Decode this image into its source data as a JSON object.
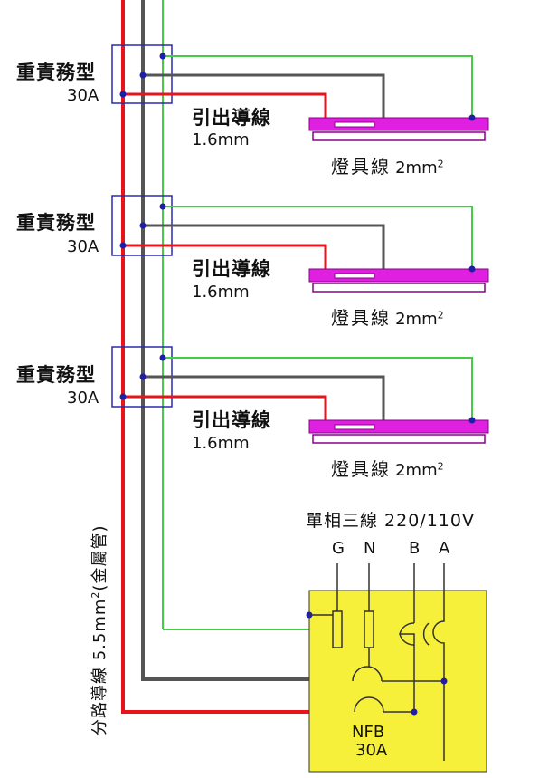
{
  "colors": {
    "live": "#e8141c",
    "neutral": "#555555",
    "ground": "#44cc44",
    "box_outline": "#2b2bb0",
    "fixture": "#e020e0",
    "panel": "#f7f03a",
    "node": "#1e1ea8"
  },
  "outlets": [
    {
      "switch_label": "重責務型",
      "switch_rating": "30A",
      "lead_label": "引出導線",
      "lead_size": "1.6mm",
      "fixture_label": "燈具線",
      "fixture_size": "2mm",
      "fixture_size_sup": "2"
    },
    {
      "switch_label": "重責務型",
      "switch_rating": "30A",
      "lead_label": "引出導線",
      "lead_size": "1.6mm",
      "fixture_label": "燈具線",
      "fixture_size": "2mm",
      "fixture_size_sup": "2"
    },
    {
      "switch_label": "重責務型",
      "switch_rating": "30A",
      "lead_label": "引出導線",
      "lead_size": "1.6mm",
      "fixture_label": "燈具線",
      "fixture_size": "2mm",
      "fixture_size_sup": "2"
    }
  ],
  "branch_wire": {
    "prefix": "分路導線 5.5mm",
    "sup": "2",
    "suffix": "(金屬管)"
  },
  "supply": {
    "title": "單相三線 220/110V",
    "terminals": [
      "G",
      "N",
      "B",
      "A"
    ],
    "breaker_label": "NFB",
    "breaker_rating": "30A"
  }
}
